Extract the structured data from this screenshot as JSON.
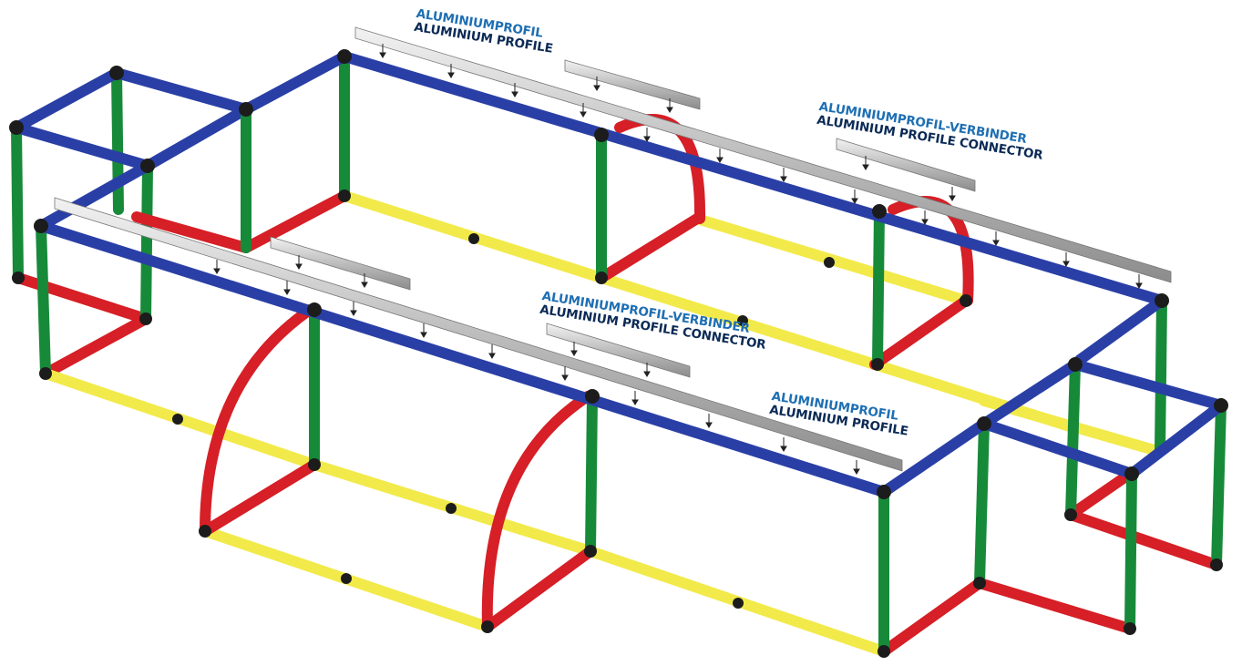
{
  "labels": {
    "profile_top": {
      "de": "ALUMINIUMPROFIL",
      "en": "ALUMINIUM PROFILE"
    },
    "connector_top": {
      "de": "ALUMINIUMPROFIL-VERBINDER",
      "en": "ALUMINIUM PROFILE CONNECTOR"
    },
    "connector_mid": {
      "de": "ALUMINIUMPROFIL-VERBINDER",
      "en": "ALUMINIUM PROFILE CONNECTOR"
    },
    "profile_bottom": {
      "de": "ALUMINIUMPROFIL",
      "en": "ALUMINIUM PROFILE"
    }
  },
  "colors": {
    "blue_tube": "#2a3fa6",
    "green_tube": "#178a3a",
    "red_tube": "#d61f26",
    "yellow_tube": "#f2ea4a",
    "joint": "#1c1c1c",
    "aluminium": "#b9b9b9",
    "label_de": "#1e6fb3",
    "label_en": "#0b2a55"
  }
}
